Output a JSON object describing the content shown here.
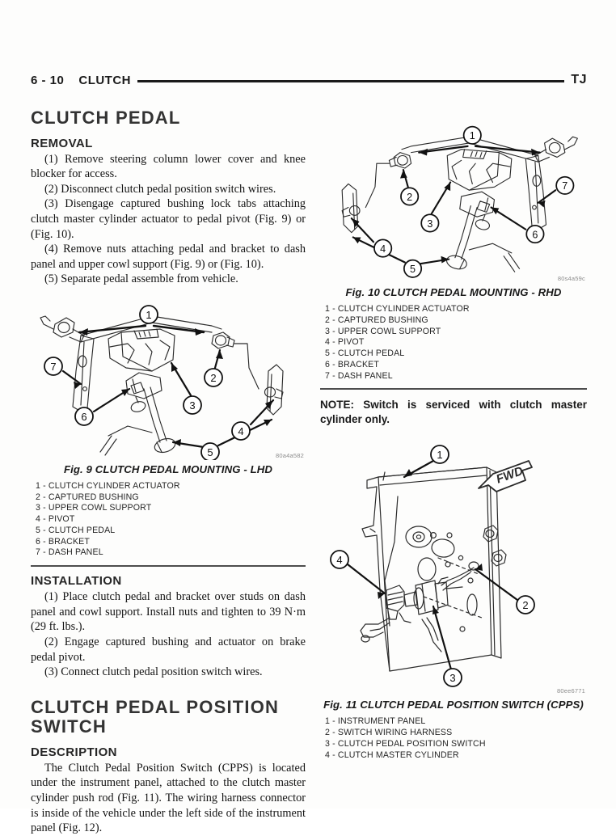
{
  "running_head": {
    "page_number": "6 - 10",
    "section": "CLUTCH",
    "model_code": "TJ"
  },
  "left_column": {
    "heading": "CLUTCH PEDAL",
    "removal": {
      "heading": "REMOVAL",
      "steps": [
        "(1) Remove steering column lower cover and knee blocker for access.",
        "(2) Disconnect clutch pedal position switch wires.",
        "(3) Disengage captured bushing lock tabs attaching clutch master cylinder actuator to pedal pivot (Fig. 9) or (Fig. 10).",
        "(4) Remove nuts attaching pedal and bracket to dash panel and upper cowl support (Fig. 9) or (Fig. 10).",
        "(5) Separate pedal assemble from vehicle."
      ]
    },
    "figure_9": {
      "image_code": "80a4a582",
      "caption": "Fig. 9 CLUTCH PEDAL MOUNTING - LHD",
      "legend": [
        "1 - CLUTCH CYLINDER ACTUATOR",
        "2 - CAPTURED BUSHING",
        "3 - UPPER COWL SUPPORT",
        "4 - PIVOT",
        "5 - CLUTCH PEDAL",
        "6 - BRACKET",
        "7 - DASH PANEL"
      ],
      "callouts": [
        "1",
        "2",
        "3",
        "4",
        "5",
        "6",
        "7"
      ]
    },
    "installation": {
      "heading": "INSTALLATION",
      "steps": [
        "(1) Place clutch pedal and bracket over studs on dash panel and cowl support. Install nuts and tighten to 39 N·m (29 ft. lbs.).",
        "(2) Engage captured bushing and actuator on brake pedal pivot.",
        "(3) Connect clutch pedal position switch wires."
      ]
    },
    "cpps": {
      "heading": "CLUTCH PEDAL POSITION SWITCH",
      "description_heading": "DESCRIPTION",
      "description": "The Clutch Pedal Position Switch (CPPS) is located under the instrument panel, attached to the clutch master cylinder push rod (Fig. 11). The wiring harness connector is inside of the vehicle under the left side of the instrument panel (Fig. 12)."
    }
  },
  "right_column": {
    "figure_10": {
      "image_code": "80s4a59c",
      "caption": "Fig. 10 CLUTCH PEDAL MOUNTING - RHD",
      "legend": [
        "1 - CLUTCH CYLINDER ACTUATOR",
        "2 - CAPTURED BUSHING",
        "3 - UPPER COWL SUPPORT",
        "4 - PIVOT",
        "5 - CLUTCH PEDAL",
        "6 - BRACKET",
        "7 - DASH PANEL"
      ],
      "callouts": [
        "1",
        "2",
        "3",
        "4",
        "5",
        "6",
        "7"
      ]
    },
    "note": "NOTE: Switch is serviced with clutch master cylinder only.",
    "figure_11": {
      "image_code": "80ee6771",
      "caption": "Fig. 11 CLUTCH PEDAL POSITION SWITCH (CPPS)",
      "direction_label": "FWD",
      "legend": [
        "1 - INSTRUMENT PANEL",
        "2 - SWITCH WIRING HARNESS",
        "3 - CLUTCH PEDAL POSITION SWITCH",
        "4 - CLUTCH MASTER CYLINDER"
      ],
      "callouts": [
        "1",
        "2",
        "3",
        "4"
      ]
    }
  }
}
